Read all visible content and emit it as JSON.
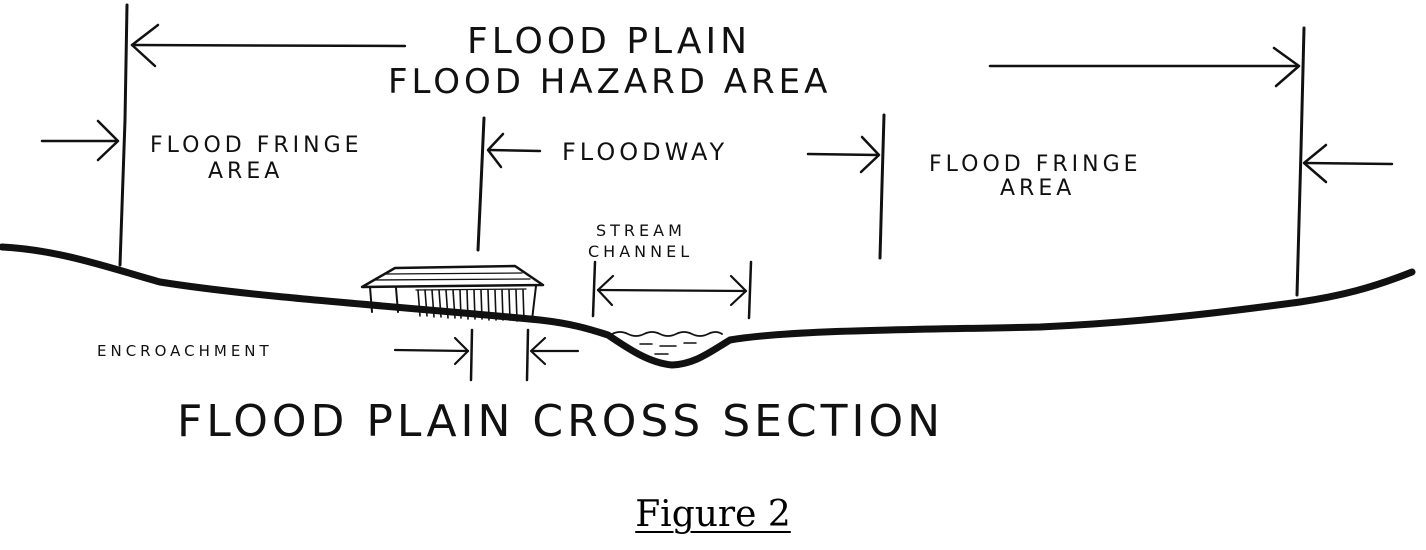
{
  "labels": {
    "flood_plain": "FLOOD PLAIN",
    "flood_hazard_area": "FLOOD HAZARD AREA",
    "fringe_left_line1": "FLOOD FRINGE",
    "fringe_left_line2": "AREA",
    "floodway": "FLOODWAY",
    "fringe_right_line1": "FLOOD FRINGE",
    "fringe_right_line2": "AREA",
    "stream_line1": "STREAM",
    "stream_line2": "CHANNEL",
    "encroachment": "ENCROACHMENT",
    "cross_section_title": "FLOOD PLAIN CROSS SECTION"
  },
  "caption": "Figure 2"
}
